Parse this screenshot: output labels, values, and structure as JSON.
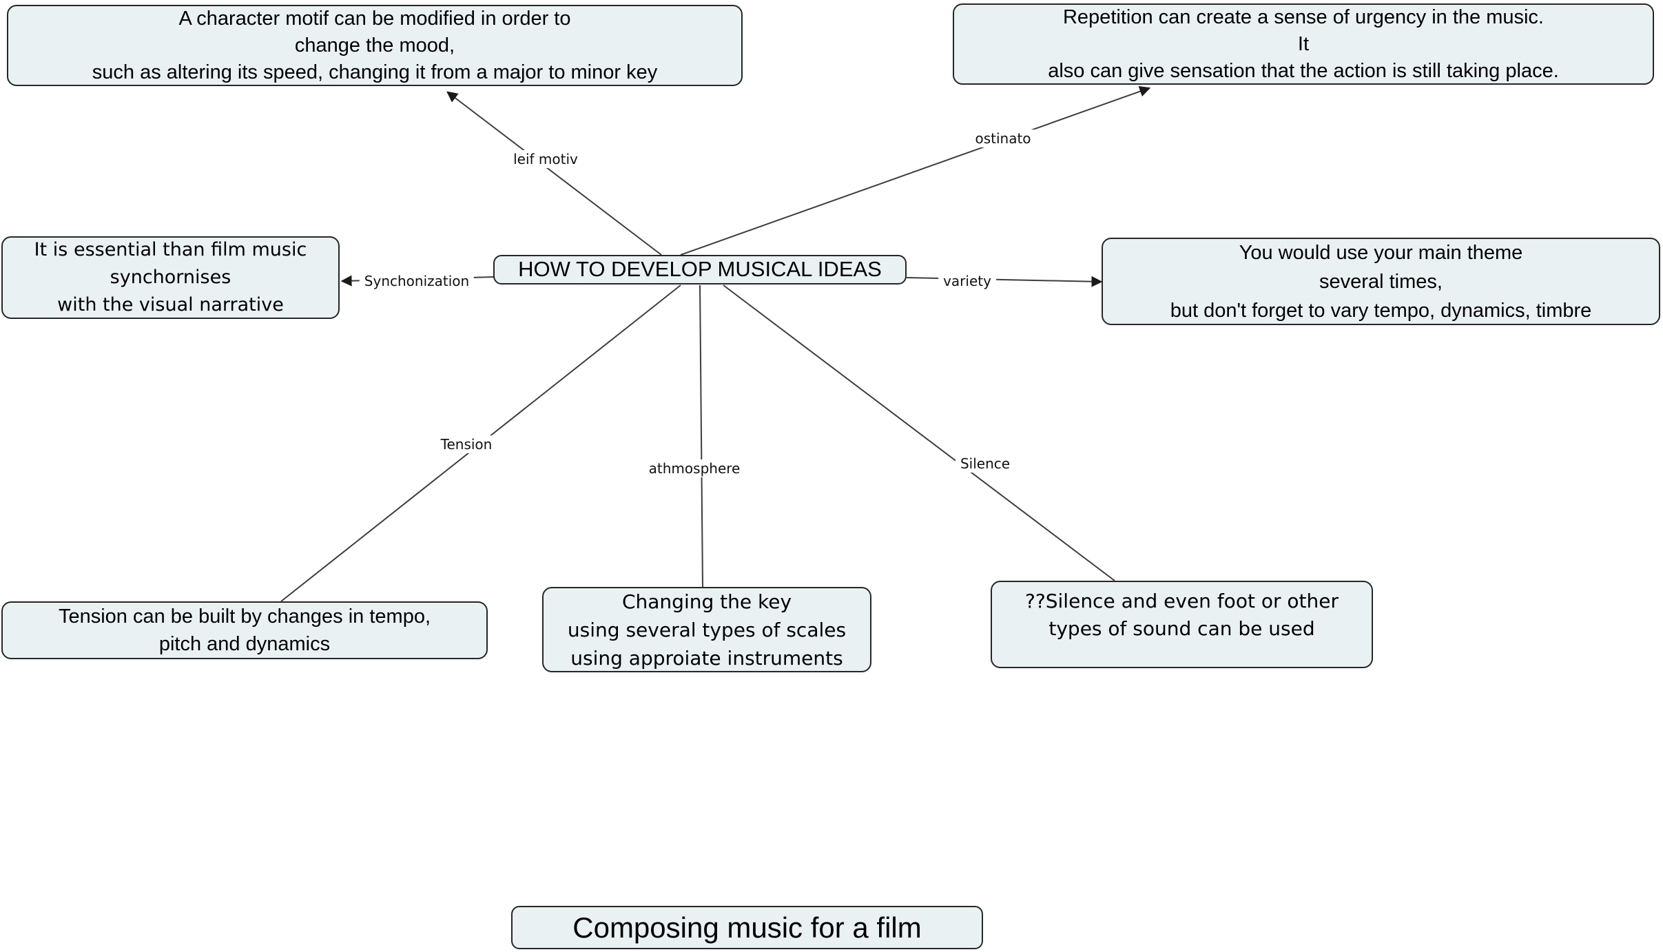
{
  "diagram": {
    "center_node": {
      "label": "HOW TO DEVELOP MUSICAL IDEAS"
    },
    "title_node": {
      "label": "Composing music for a film"
    },
    "nodes": {
      "leitmotif": {
        "text": "A character motif can be modified in order to\nchange the mood,\nsuch as altering its speed, changing it from a major to minor key"
      },
      "repetition": {
        "text": "Repetition can create a sense of urgency in the music.\nIt\nalso can give sensation that the action is still taking place."
      },
      "synchron": {
        "text": "It is essential than film music\nsynchornises\nwith the visual narrative"
      },
      "variety": {
        "text": "You would use your main theme\nseveral times,\nbut don't forget to vary tempo, dynamics, timbre"
      },
      "tension": {
        "text": "Tension can be built by changes in tempo,\npitch and dynamics"
      },
      "atmosphere": {
        "text": "Changing the key\nusing several types of scales\nusing approiate instruments"
      },
      "silence": {
        "text": "??Silence and even foot or other\ntypes of sound can be used"
      }
    },
    "edge_labels": {
      "leif_motiv": "leif motiv",
      "ostinato": "ostinato",
      "synchonization": "Synchonization",
      "variety": "variety",
      "tension": "Tension",
      "athmosphere": "athmosphere",
      "silence": "Silence"
    },
    "colors": {
      "node_fill": "#e9f1f2",
      "node_border": "#262626",
      "edge_line": "#3d3d3d",
      "background": "#ffffff",
      "text": "#000000"
    }
  }
}
